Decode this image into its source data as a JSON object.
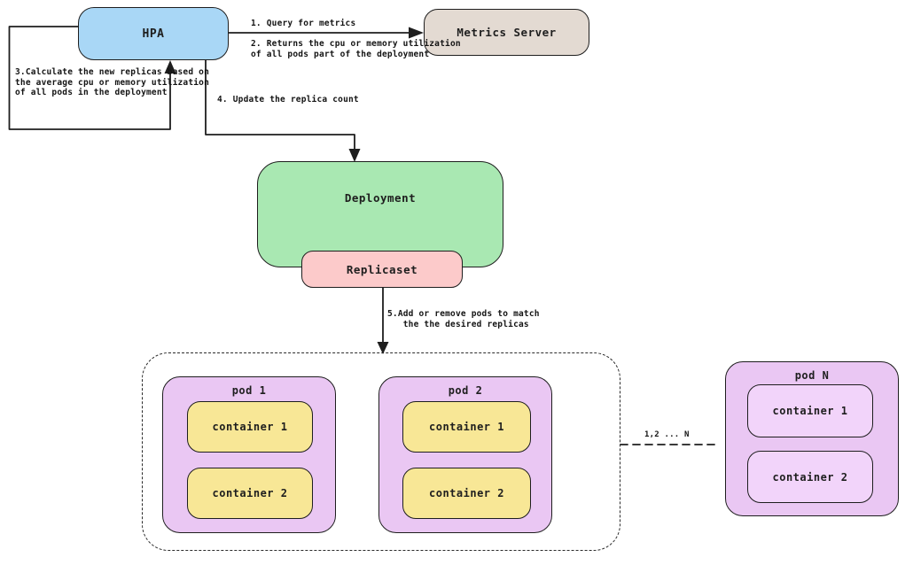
{
  "nodes": {
    "hpa": {
      "label": "HPA"
    },
    "metrics_server": {
      "label": "Metrics Server"
    },
    "deployment": {
      "label": "Deployment"
    },
    "replicaset": {
      "label": "Replicaset"
    },
    "pod1": {
      "label": "pod 1",
      "containers": [
        "container 1",
        "container 2"
      ]
    },
    "pod2": {
      "label": "pod 2",
      "containers": [
        "container 1",
        "container 2"
      ]
    },
    "podN": {
      "label": "pod N",
      "containers": [
        "container 1",
        "container 2"
      ]
    }
  },
  "annotations": {
    "step1": "1. Query for metrics",
    "step2": "2. Returns the cpu or memory utilization\nof all pods part of the deployment",
    "step3": "3.Calculate the new replicas based on\nthe average cpu or memory utilization\nof all pods in the deployment",
    "step4": "4. Update the replica count",
    "step5": "5.Add or remove pods to match\n   the the desired replicas",
    "pod_range": "1,2 ... N"
  },
  "colors": {
    "border": "#1e1e1e",
    "arrow": "#1e1e1e",
    "hpa": "#a9d7f6",
    "metrics": "#e3dad2",
    "deployment": "#a9e8b2",
    "replicaset": "#fccaca",
    "pod": "#eac7f3",
    "pod_container": "#f2d4fa",
    "container": "#f8e796"
  }
}
